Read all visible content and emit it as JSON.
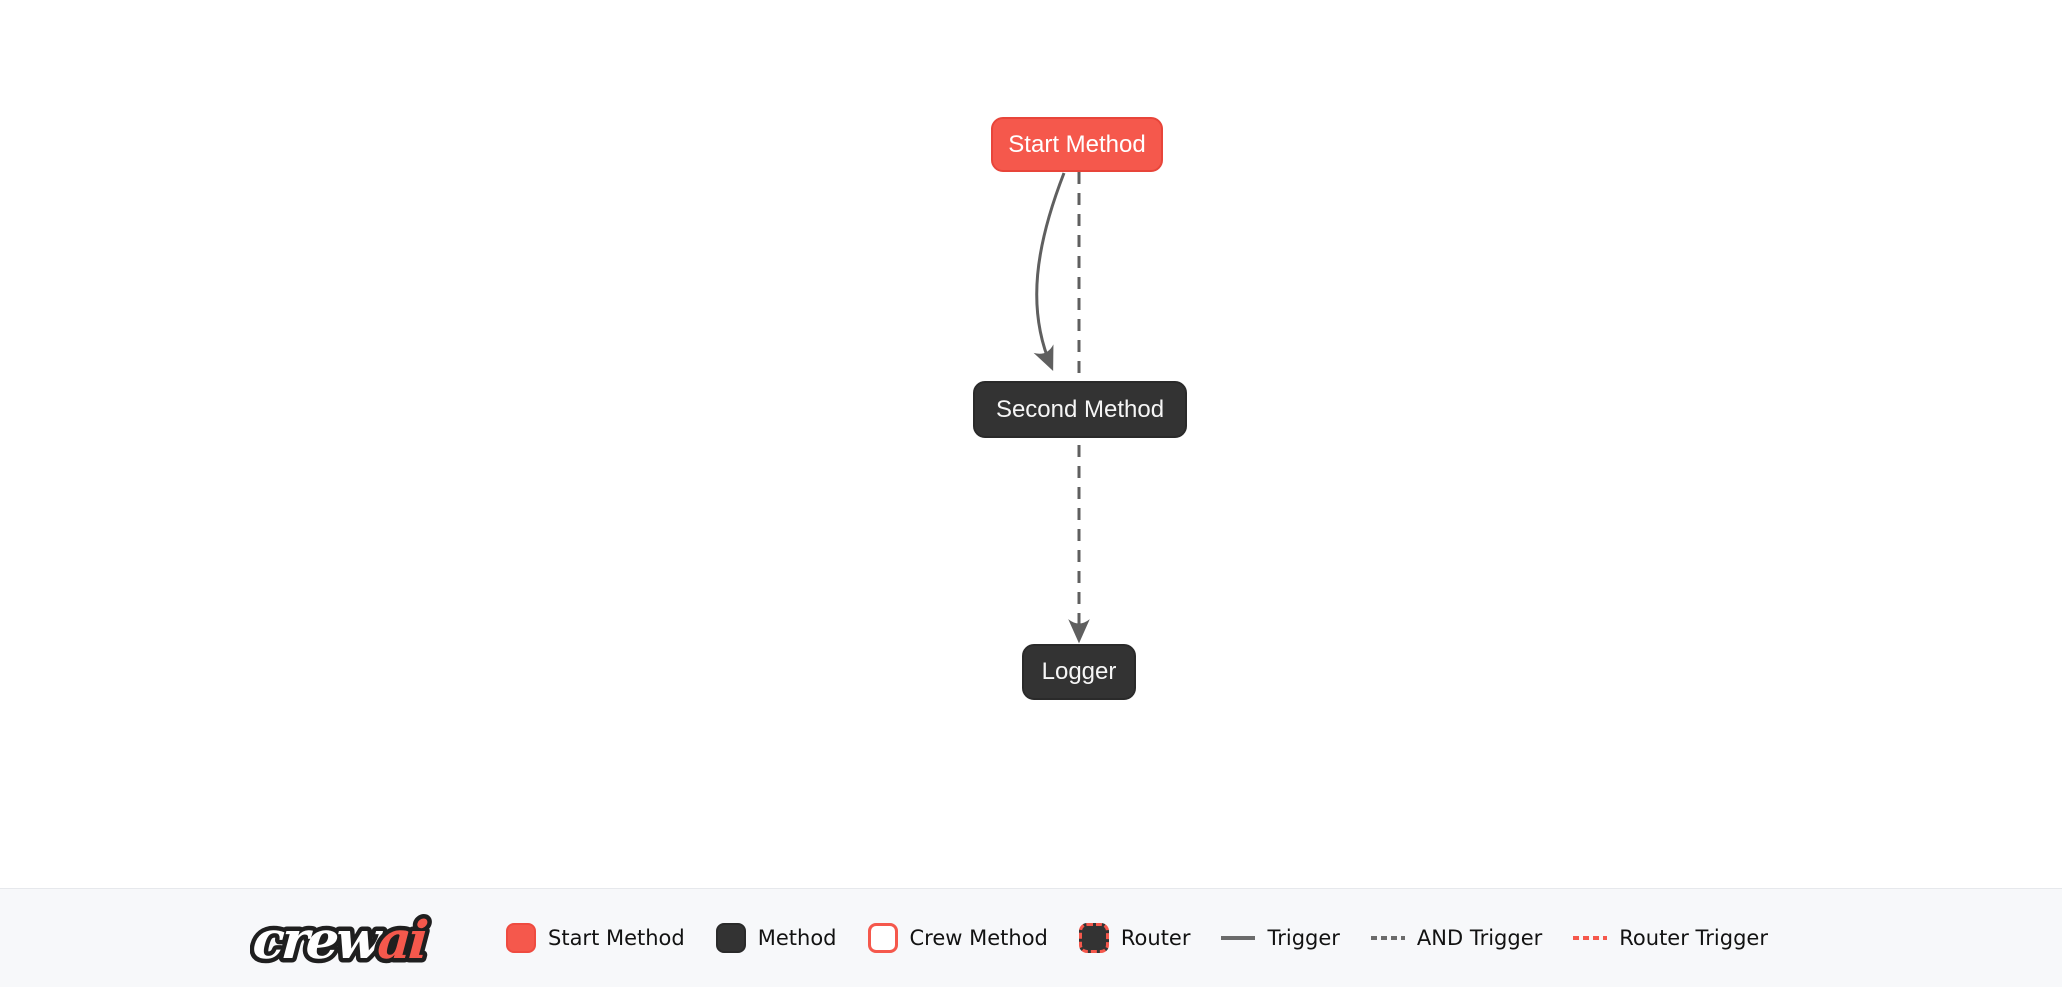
{
  "diagram": {
    "nodes": [
      {
        "id": "start_method",
        "label": "Start Method",
        "type": "start-method"
      },
      {
        "id": "second_method",
        "label": "Second Method",
        "type": "method"
      },
      {
        "id": "logger",
        "label": "Logger",
        "type": "method"
      }
    ],
    "edges": [
      {
        "from": "start_method",
        "to": "second_method",
        "type": "trigger",
        "style": "solid-curved"
      },
      {
        "from": "start_method",
        "to": "logger",
        "type": "and-trigger",
        "style": "dashed-straight"
      }
    ]
  },
  "logo": {
    "part1": "crew",
    "part2": "ai"
  },
  "legend": {
    "items": [
      {
        "label": "Start Method",
        "swatch": "start-method-box"
      },
      {
        "label": "Method",
        "swatch": "method-box"
      },
      {
        "label": "Crew Method",
        "swatch": "crew-method-box"
      },
      {
        "label": "Router",
        "swatch": "router-box"
      },
      {
        "label": "Trigger",
        "swatch": "solid-gray-line"
      },
      {
        "label": "AND Trigger",
        "swatch": "dashed-gray-line"
      },
      {
        "label": "Router Trigger",
        "swatch": "dashed-red-line"
      }
    ]
  },
  "colors": {
    "start_method_red": "#f5584c",
    "method_dark": "#333333",
    "edge_gray": "#5f5f5f",
    "legend_background": "#f7f8fa",
    "canvas_background": "#ffffff"
  }
}
